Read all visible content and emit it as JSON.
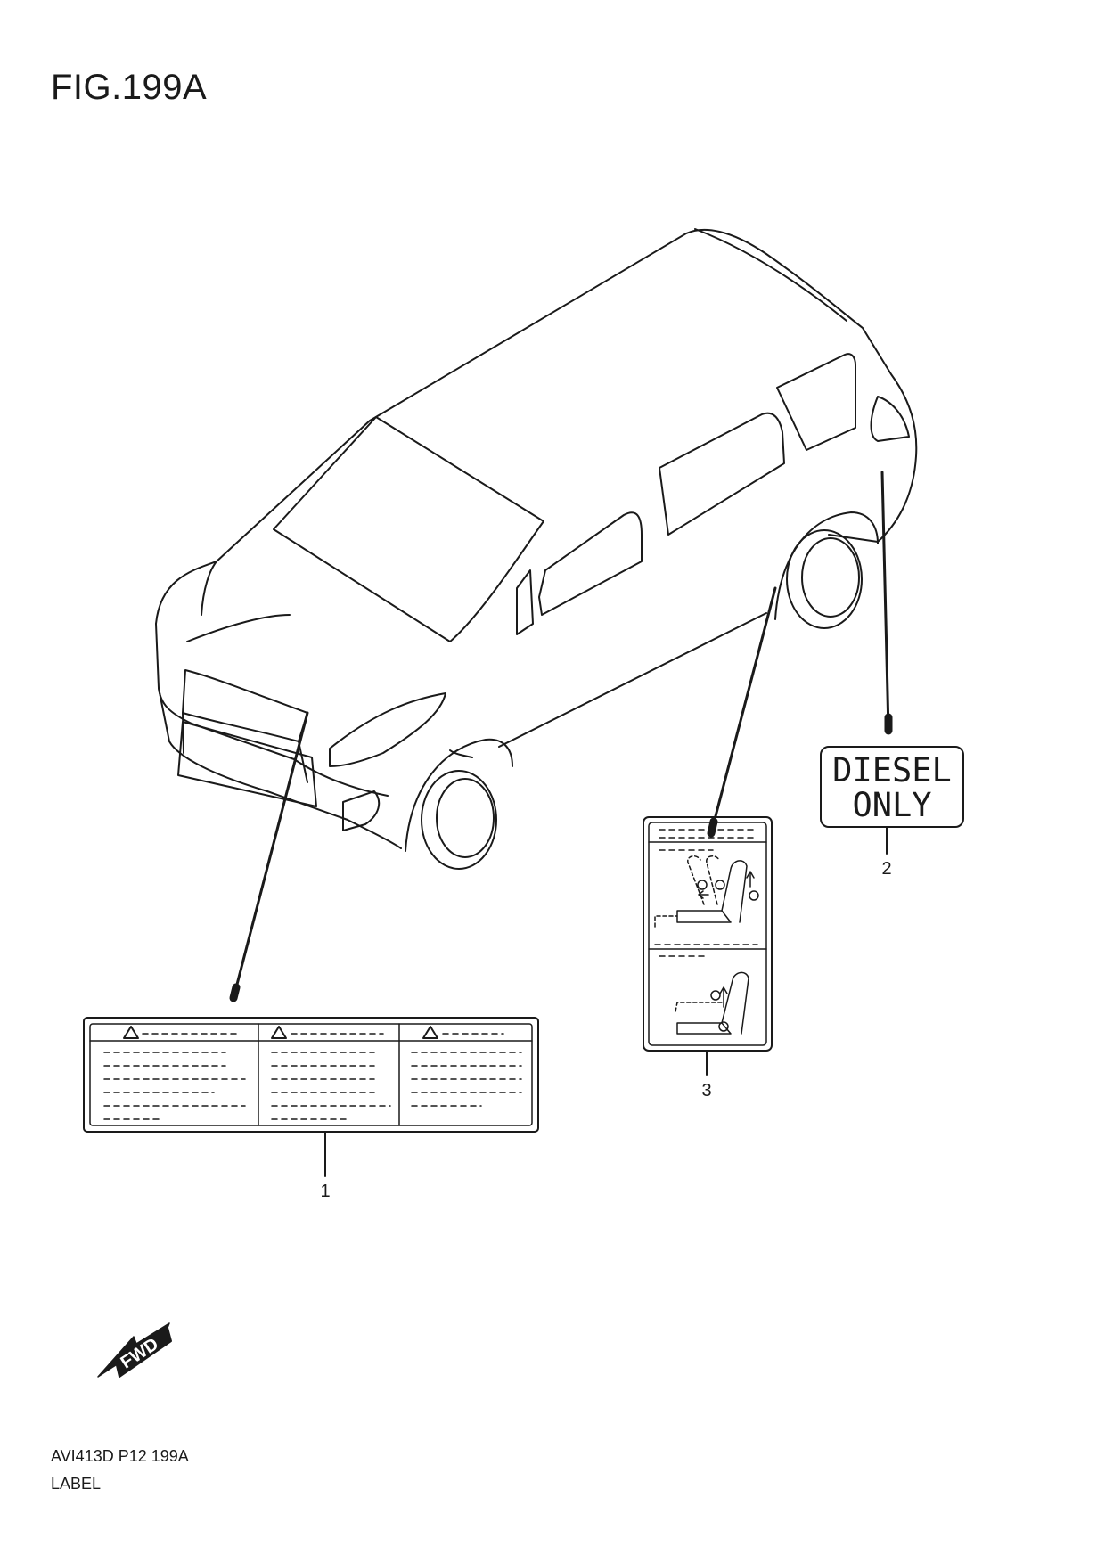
{
  "figure": {
    "title": "FIG.199A"
  },
  "parts": [
    {
      "ref": "1"
    },
    {
      "ref": "2",
      "label_lines": [
        "DIESEL",
        "ONLY"
      ]
    },
    {
      "ref": "3"
    }
  ],
  "direction_marker": {
    "text": "FWD",
    "icon": "fwd-arrow-icon"
  },
  "footer": {
    "code": "AVI413D P12 199A",
    "label": "LABEL"
  },
  "colors": {
    "line": "#1a1a1a",
    "background": "#ffffff"
  }
}
